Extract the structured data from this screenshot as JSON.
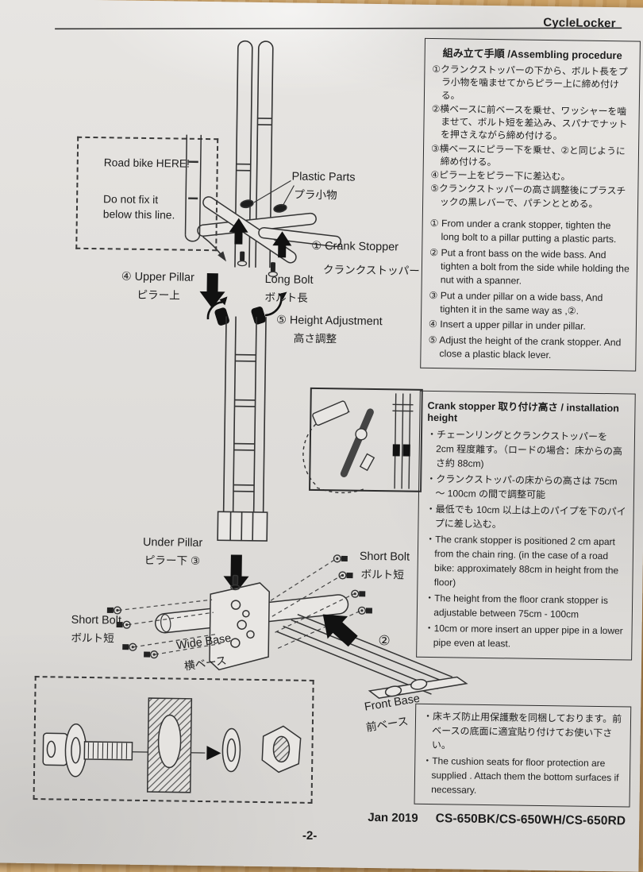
{
  "brand": "CycleLocker",
  "assembly": {
    "title": "組み立て手順 /Assembling procedure",
    "ja": [
      "①クランクストッパーの下から、ボルト長をプラ小物を噛ませてからピラー上に締め付ける。",
      "②横ベースに前ベースを乗せ、ワッシャーを噛ませて、ボルト短を差込み、スパナでナットを押さえながら締め付ける。",
      "③横ベースにピラー下を乗せ、②と同じように締め付ける。",
      "④ピラー上をピラー下に差込む。",
      "⑤クランクストッパーの高さ調整後にプラスチックの黒レバーで、パチンととめる。"
    ],
    "en": [
      "① From under a crank stopper, tighten the long bolt to a pillar putting a plastic parts.",
      "② Put a front bass on the wide bass. And tighten a bolt from the side while holding the nut with a spanner.",
      "③ Put a under pillar on a wide bass, And tighten it in the same way as ,②.",
      "④ Insert a upper pillar in under pillar.",
      "⑤ Adjust the height of the crank stopper. And close a plastic black lever."
    ]
  },
  "height": {
    "title": "Crank stopper 取り付け高さ / installation height",
    "ja": [
      "・チェーンリングとクランクストッパーを 2cm 程度離す。（ロードの場合：床からの高さ約 88cm)",
      "・クランクストッパ-の床からの高さは 75cm ～ 100cm の間で調整可能",
      "・最低でも 10cm 以上は上のパイプを下のパイプに差し込む。"
    ],
    "en": [
      "・The crank stopper is positioned 2 cm apart from the chain ring. (in the case of a road bike: approximately 88cm in height from the floor)",
      "・The height from the floor crank stopper  is adjustable between 75cm - 100cm",
      "・10cm or more insert an upper pipe in a lower pipe even at least."
    ]
  },
  "cushion": {
    "ja": "・床キズ防止用保護敷を同梱しております。前ベースの底面に適宜貼り付けてお使い下さい。",
    "en": "・The cushion seats for floor protection are supplied . Attach them the bottom surfaces if necessary."
  },
  "labels": {
    "road1": "Road bike HERE!",
    "road2": "Do not fix it below this line.",
    "plastic_en": "Plastic Parts",
    "plastic_ja": "プラ小物",
    "crank_en": "① Crank Stopper",
    "crank_ja": "クランクストッパー",
    "longbolt_en": "Long Bolt",
    "longbolt_ja": "ボルト長",
    "upper_en": "④ Upper Pillar",
    "upper_ja": "ピラー上",
    "heightadj_en": "⑤ Height Adjustment",
    "heightadj_ja": "高さ調整",
    "under_en": "Under Pillar",
    "under_ja": "ピラー下 ③",
    "shortbolt_r_en": "Short Bolt",
    "shortbolt_r_ja": "ボルト短",
    "shortbolt_l_en": "Short Bolt",
    "shortbolt_l_ja": "ボルト短",
    "widebase_en": "Wide Base",
    "widebase_ja": "横ベース",
    "frontbase_num": "②",
    "frontbase_en": "Front Base",
    "frontbase_ja": "前ベース"
  },
  "footer": {
    "date": "Jan 2019",
    "models": "CS-650BK/CS-650WH/CS-650RD",
    "page": "-2-"
  }
}
